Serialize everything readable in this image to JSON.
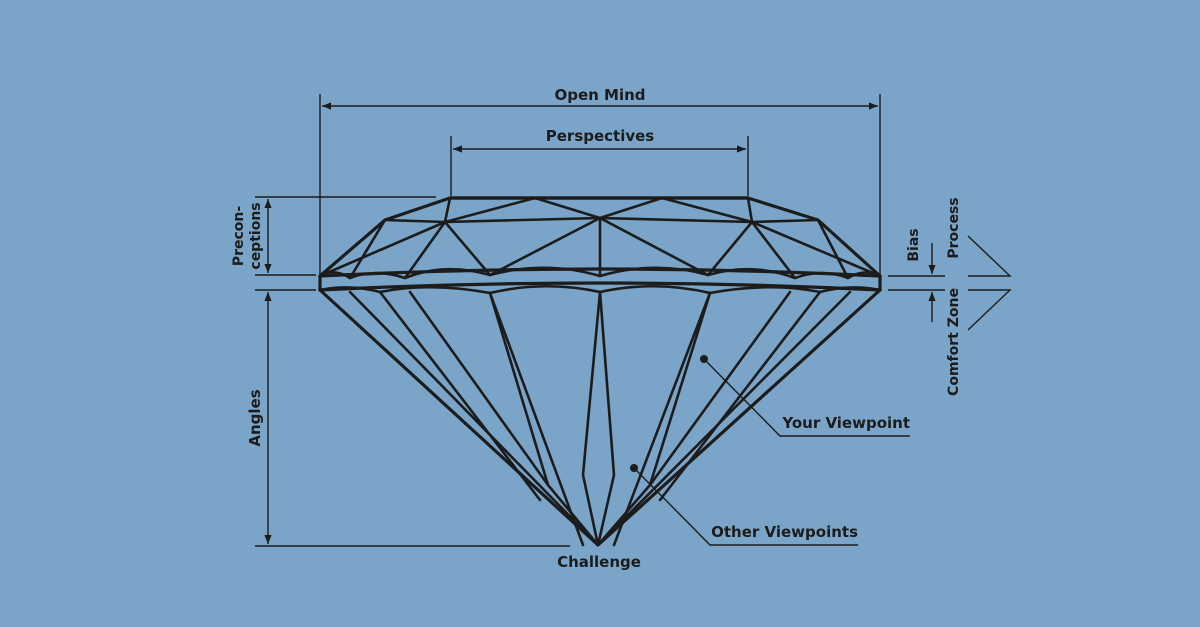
{
  "background_color": "#7aa5c8",
  "line_color": "#1c1c1c",
  "labels": {
    "open_mind": "Open Mind",
    "perspectives": "Perspectives",
    "preconceptions_line1": "Precon-",
    "preconceptions_line2": "ceptions",
    "angles": "Angles",
    "bias": "Bias",
    "process": "Process",
    "comfort_zone": "Comfort Zone",
    "your_viewpoint": "Your Viewpoint",
    "other_viewpoints": "Other Viewpoints",
    "challenge": "Challenge"
  }
}
